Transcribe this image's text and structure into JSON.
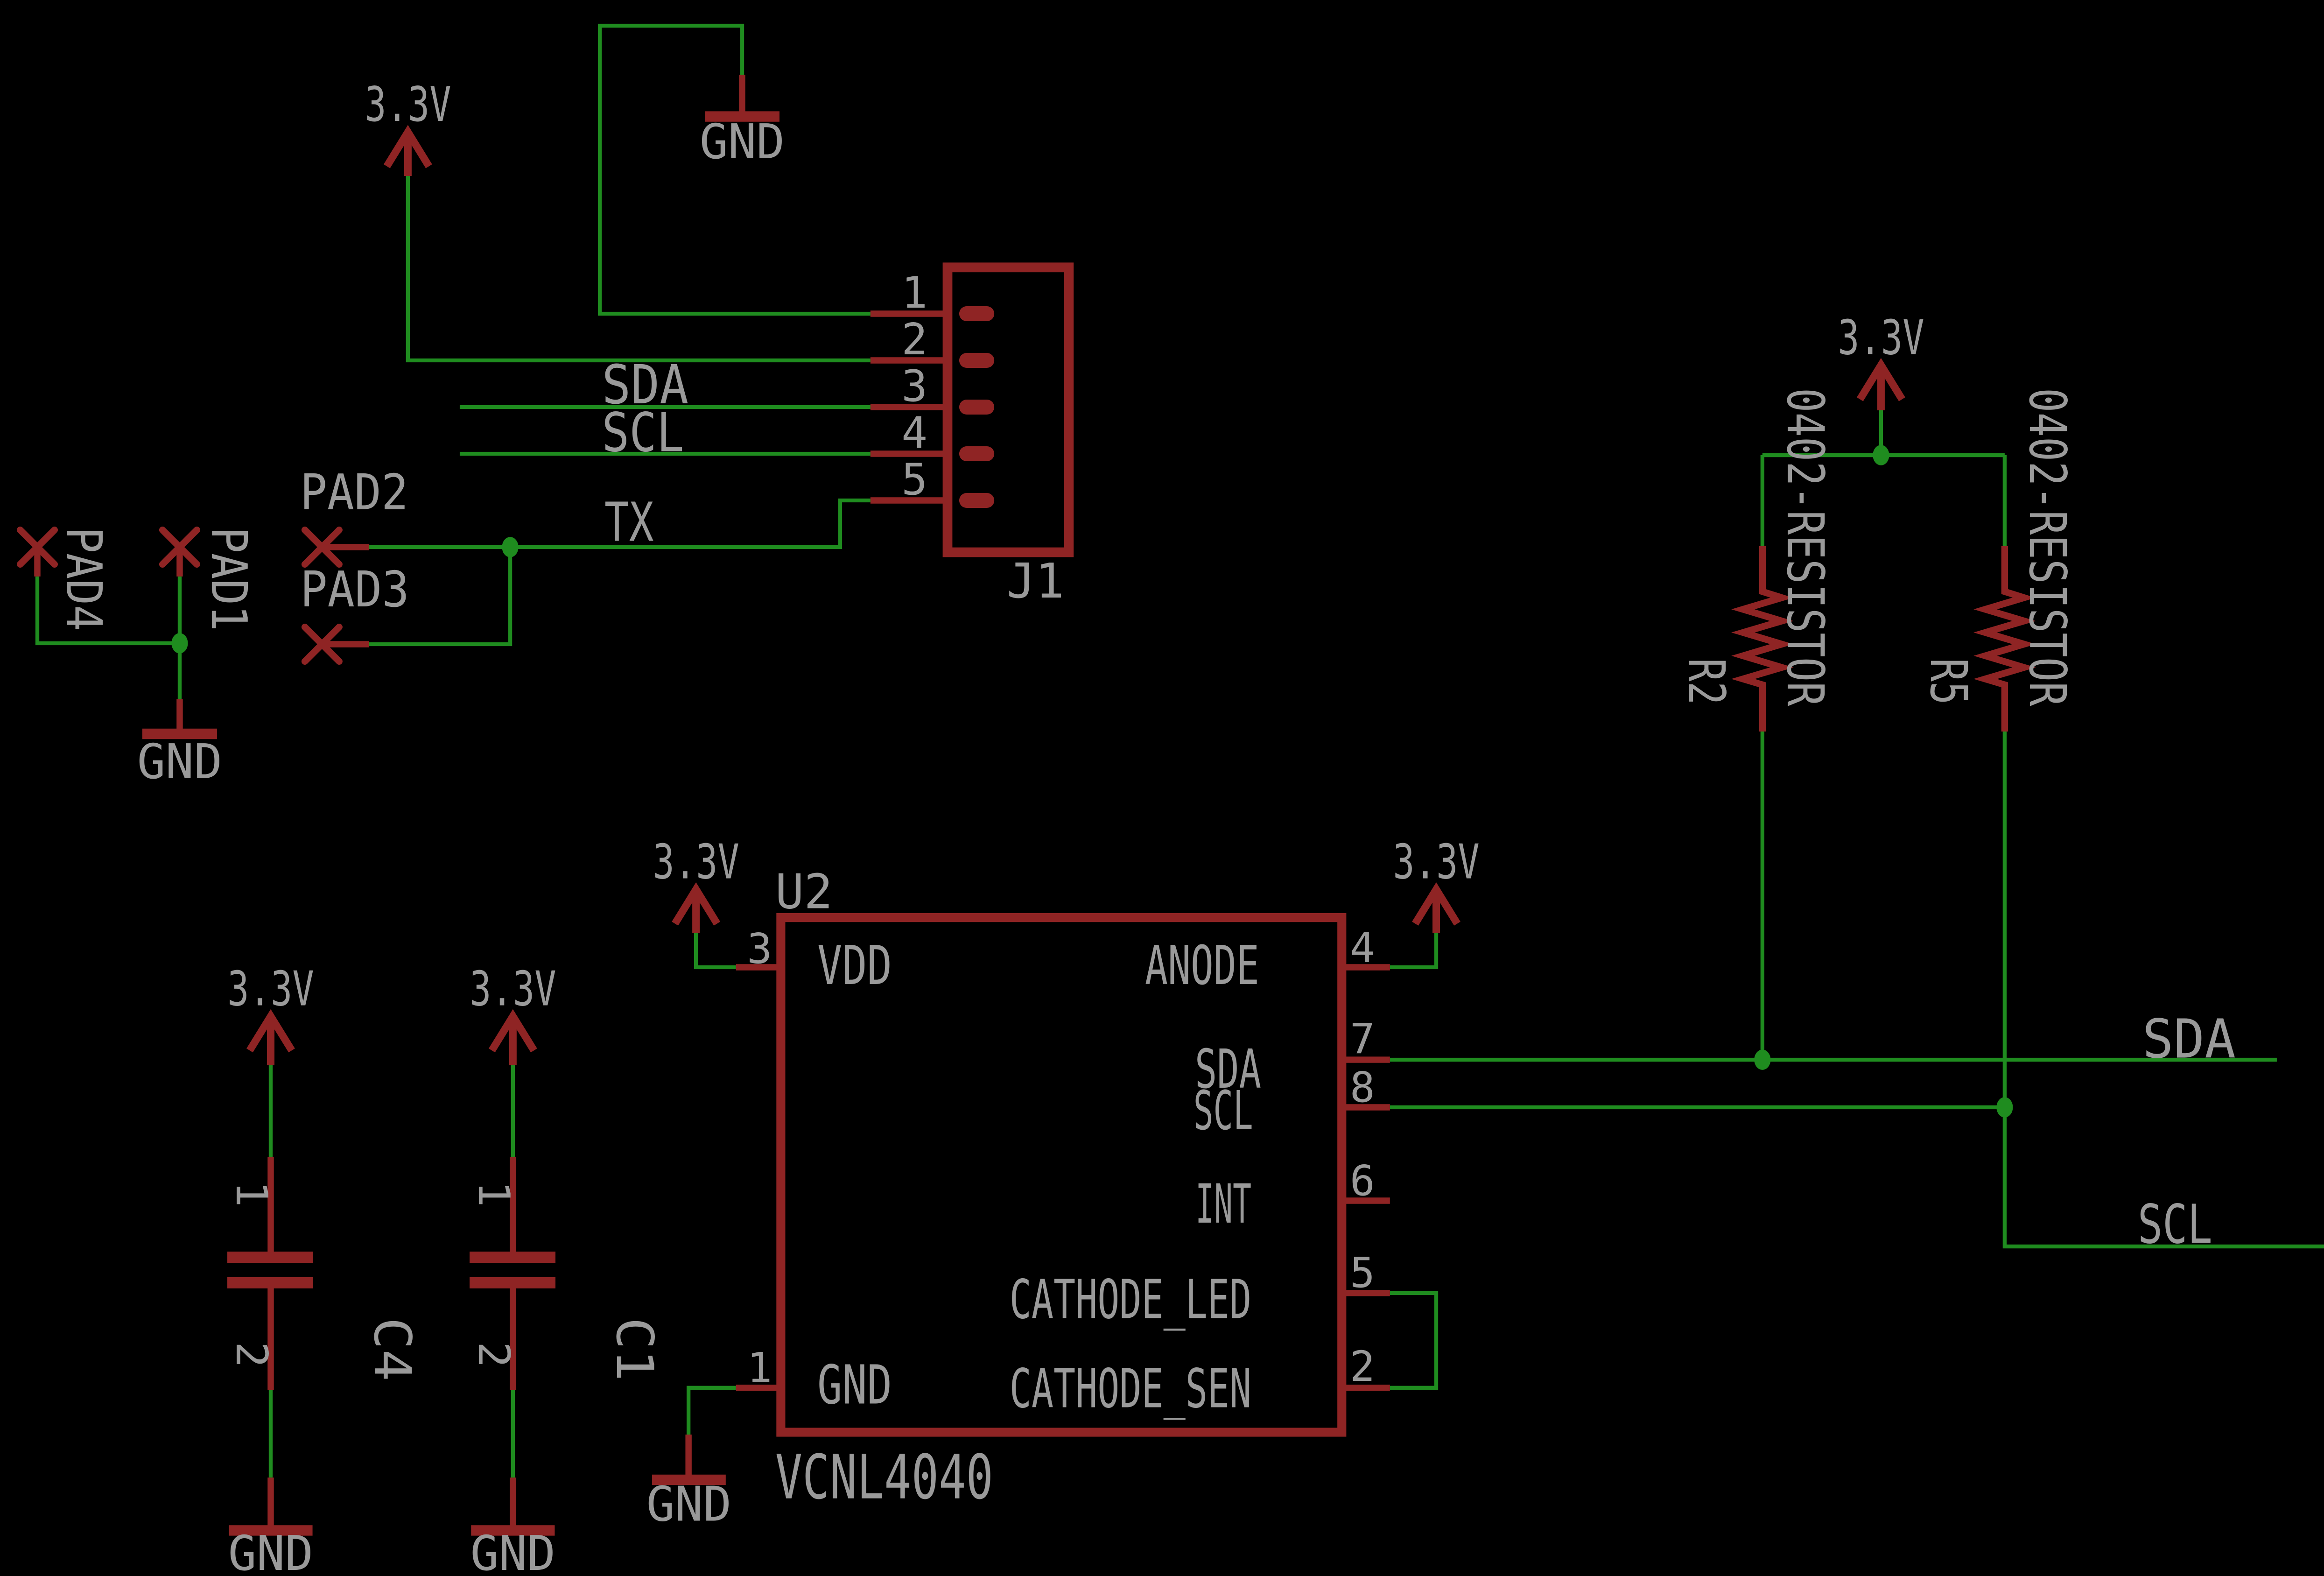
{
  "meta": {
    "type": "eagle-style-schematic",
    "background": "#000000"
  },
  "colors": {
    "wire_green": "#1f8c1f",
    "component_dark_red": "#8f2424",
    "label_gray": "#9a9a9a"
  },
  "power": {
    "rail_33v": "3.3V",
    "ground": "GND"
  },
  "j1": {
    "designator": "J1",
    "pin_numbers": [
      "1",
      "2",
      "3",
      "4",
      "5"
    ]
  },
  "nets_left": {
    "sda": "SDA",
    "scl": "SCL",
    "tx": "TX"
  },
  "nets_right": {
    "sda": "SDA",
    "scl": "SCL"
  },
  "pads": {
    "pad1": "PAD1",
    "pad2": "PAD2",
    "pad3": "PAD3",
    "pad4": "PAD4"
  },
  "resistors": {
    "r2": {
      "designator": "R2",
      "value": "0402-RESISTOR"
    },
    "r5": {
      "designator": "R5",
      "value": "0402-RESISTOR"
    }
  },
  "capacitors": {
    "c4": {
      "designator": "C4",
      "pin1": "1",
      "pin2": "2"
    },
    "c1": {
      "designator": "C1",
      "pin1": "1",
      "pin2": "2"
    }
  },
  "u2": {
    "designator": "U2",
    "part": "VCNL4040",
    "pins_left": [
      {
        "number": "3",
        "name": "VDD"
      },
      {
        "number": "1",
        "name": "GND"
      }
    ],
    "pins_right": [
      {
        "number": "4",
        "name": "ANODE"
      },
      {
        "number": "7",
        "name": "SDA"
      },
      {
        "number": "8",
        "name": "SCL"
      },
      {
        "number": "6",
        "name": "INT"
      },
      {
        "number": "5",
        "name": "CATHODE_LED"
      },
      {
        "number": "2",
        "name": "CATHODE_SEN"
      }
    ]
  }
}
